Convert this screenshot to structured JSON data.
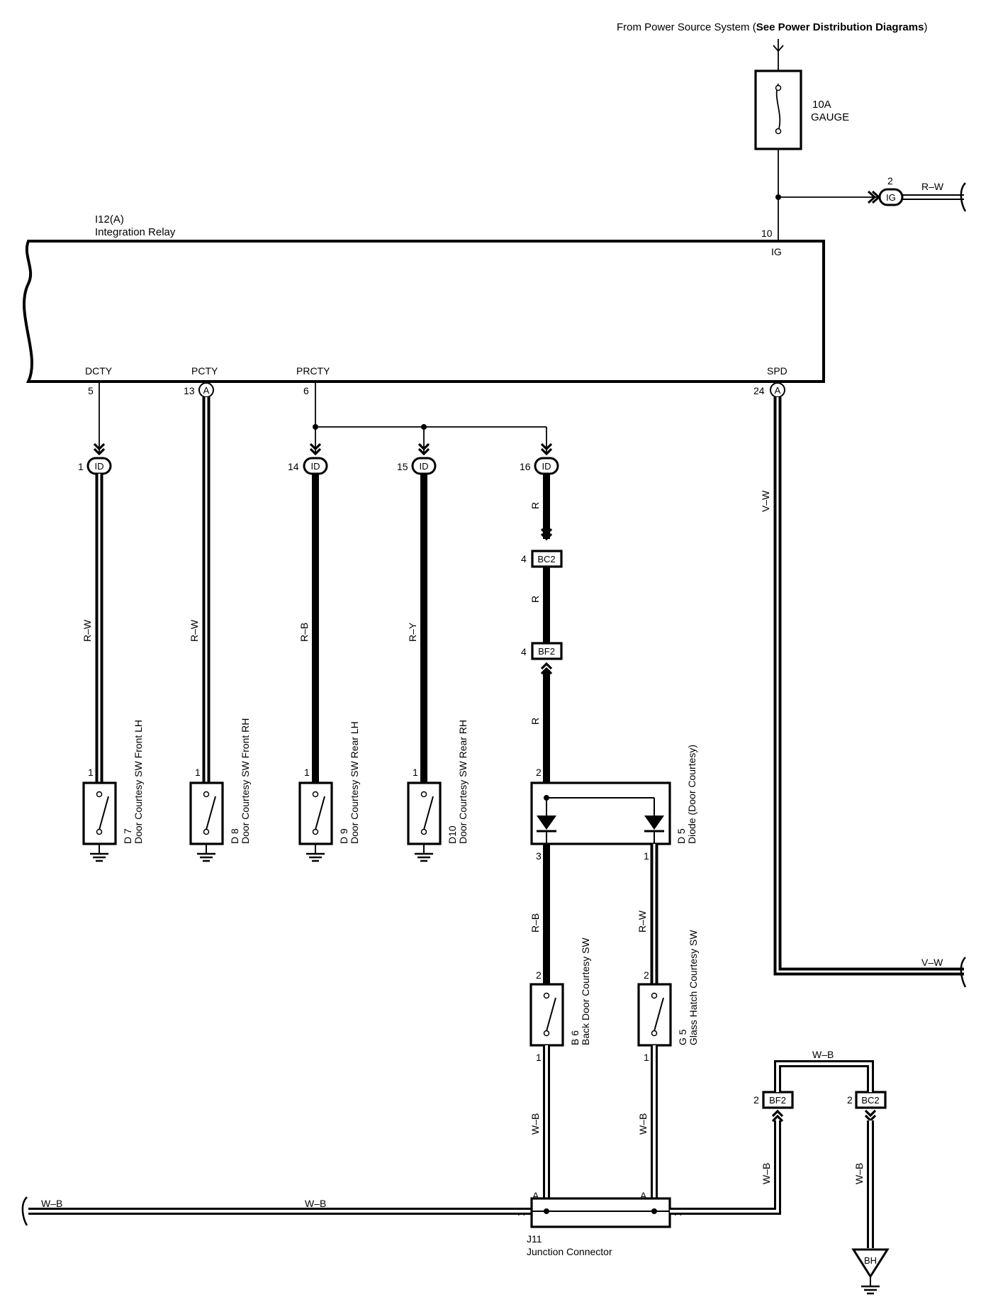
{
  "power_source": {
    "prefix": "From Power Source System (",
    "bold": "See Power Distribution Diagrams",
    "suffix": ")"
  },
  "fuse": {
    "line1": "10A",
    "line2": "GAUGE"
  },
  "ig_connector": {
    "pin": "2",
    "label": "IG",
    "wire": "R–W"
  },
  "relay": {
    "code": "I12(A)",
    "name": "Integration Relay",
    "ig_pin": "10",
    "ig_label": "IG",
    "pins": [
      {
        "label": "DCTY",
        "pin": "5"
      },
      {
        "label": "PCTY",
        "pin": "13",
        "marker": "A"
      },
      {
        "label": "PRCTY",
        "pin": "6"
      },
      {
        "label": "SPD",
        "pin": "24",
        "marker": "A"
      }
    ]
  },
  "id_connectors": [
    {
      "pin": "1",
      "label": "ID"
    },
    {
      "pin": "14",
      "label": "ID"
    },
    {
      "pin": "15",
      "label": "ID"
    },
    {
      "pin": "16",
      "label": "ID"
    }
  ],
  "wires": {
    "d7": "R–W",
    "d8": "R–W",
    "d9": "R–B",
    "d10": "R–Y",
    "r1": "R",
    "r2": "R",
    "r3": "R",
    "spd": "V–W",
    "spd_end": "V–W",
    "b6_top": "R–B",
    "g5_top": "R–W",
    "b6_bottom": "W–B",
    "g5_bottom": "W–B",
    "ground_left": "W–B",
    "ground_mid": "W–B",
    "bf2_top": "W–B",
    "bf2_down": "W–B",
    "bc2_down": "W–B"
  },
  "inline_connectors": {
    "bc2_top": {
      "pin": "4",
      "label": "BC2"
    },
    "bf2_top": {
      "pin": "4",
      "label": "BF2"
    },
    "bf2_bottom": {
      "pin": "2",
      "label": "BF2"
    },
    "bc2_bottom": {
      "pin": "2",
      "label": "BC2"
    }
  },
  "door_switches": [
    {
      "code": "D 7",
      "name": "Door Courtesy SW Front LH",
      "pin": "1"
    },
    {
      "code": "D 8",
      "name": "Door Courtesy SW Front RH",
      "pin": "1"
    },
    {
      "code": "D 9",
      "name": "Door Courtesy SW Rear LH",
      "pin": "1"
    },
    {
      "code": "D10",
      "name": "Door Courtesy SW Rear RH",
      "pin": "1"
    }
  ],
  "diode": {
    "code": "D 5",
    "name": "Diode (Door Courtesy)",
    "pin_in": "2",
    "pin_out1": "3",
    "pin_out2": "1"
  },
  "b6": {
    "code": "B 6",
    "name": "Back Door Courtesy SW",
    "pin_top": "2",
    "pin_bottom": "1"
  },
  "g5": {
    "code": "G 5",
    "name": "Glass Hatch Courtesy SW",
    "pin_top": "2",
    "pin_bottom": "1"
  },
  "junction": {
    "code": "J11",
    "name": "Junction Connector",
    "pin_left": "A",
    "pin_right": "A",
    "pin_top1": "A",
    "pin_top2": "A"
  },
  "ground_point": {
    "label": "BH"
  }
}
